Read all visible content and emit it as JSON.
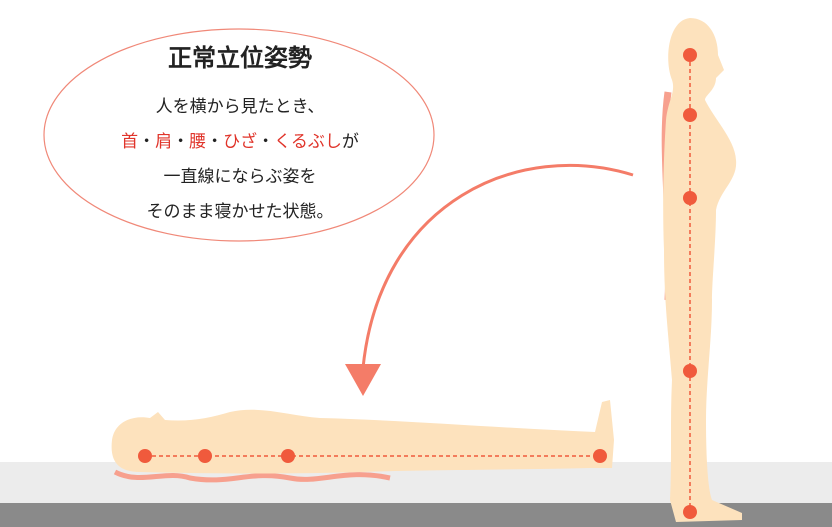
{
  "title": "正常立位姿勢",
  "lines": {
    "l1": "人を横から見たとき、",
    "l2_parts": [
      "首",
      "・",
      "肩",
      "・",
      "腰",
      "・",
      "ひざ",
      "・",
      "くるぶし",
      "が"
    ],
    "l3": "一直線にならぶ姿を",
    "l4": "そのまま寝かせた状態。"
  },
  "colors": {
    "body": "#fde2bd",
    "spine": "#f7a08e",
    "dot": "#f05a3c",
    "arrow": "#f47c68",
    "floor": "#ececec",
    "floor_dark": "#8a8a8a"
  }
}
